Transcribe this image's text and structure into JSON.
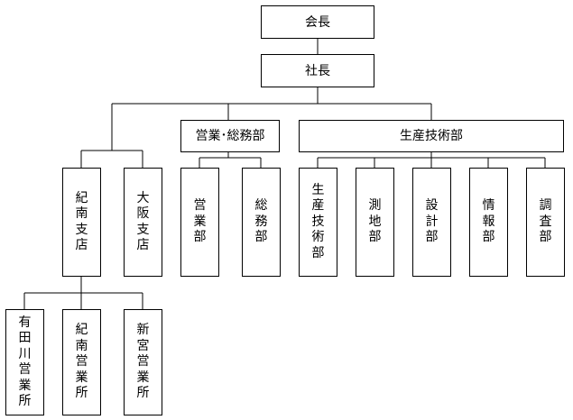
{
  "org": {
    "chairman": "会長",
    "president": "社長",
    "sales_general_affairs": "営業･総務部",
    "production_engineering": "生産技術部",
    "kinan_branch": "紀南支店",
    "osaka_branch": "大阪支店",
    "sales_dept": "営業部",
    "general_affairs_dept": "総務部",
    "production_engineering_dept": "生産技術部",
    "surveying_dept": "測地部",
    "design_dept": "設計部",
    "information_dept": "情報部",
    "investigation_dept": "調査部",
    "arida_sales_office": "有田川営業所",
    "kinan_sales_office": "紀南営業所",
    "shingu_sales_office": "新宮営業所"
  },
  "colors": {
    "line": "#000000",
    "box_border": "#000000",
    "box_fill": "#ffffff"
  }
}
